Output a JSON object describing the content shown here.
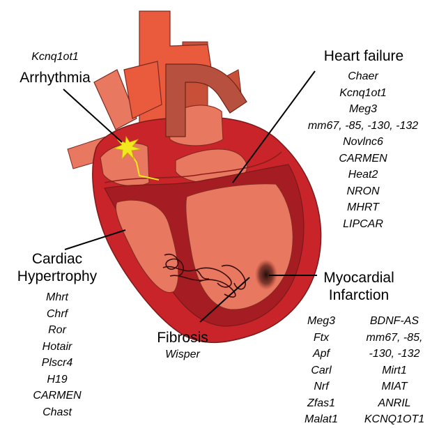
{
  "colors": {
    "outer": "#c8242a",
    "inner": "#a51c22",
    "salmon": "#e8785f",
    "aorta": "#ea5a3c",
    "vein": "#c85038",
    "spark": "#f2e81e"
  },
  "arrhythmia": {
    "gene": "Kcnq1ot1",
    "title": "Arrhythmia"
  },
  "heart_failure": {
    "title": "Heart failure",
    "genes": [
      "Chaer",
      "Kcnq1ot1",
      "Meg3",
      "mm67, -85, -130, -132",
      "Novlnc6",
      "CARMEN",
      "Heat2",
      "NRON",
      "MHRT",
      "LIPCAR"
    ]
  },
  "cardiac_hypertrophy": {
    "title_lines": [
      "Cardiac",
      "Hypertrophy"
    ],
    "genes": [
      "Mhrt",
      "Chrf",
      "Ror",
      "Hotair",
      "Plscr4",
      "H19",
      "CARMEN",
      "Chast"
    ]
  },
  "fibrosis": {
    "title": "Fibrosis",
    "gene": "Wisper"
  },
  "myocardial_infarction": {
    "title_lines": [
      "Myocardial",
      "Infarction"
    ],
    "genes_left": [
      "Meg3",
      "Ftx",
      "Apf",
      "Carl",
      "Nrf",
      "Zfas1",
      "Malat1"
    ],
    "genes_right": [
      "BDNF-AS",
      "mm67, -85,",
      "-130, -132",
      "Mirt1",
      "MIAT",
      "ANRIL",
      "KCNQ1OT1"
    ]
  }
}
